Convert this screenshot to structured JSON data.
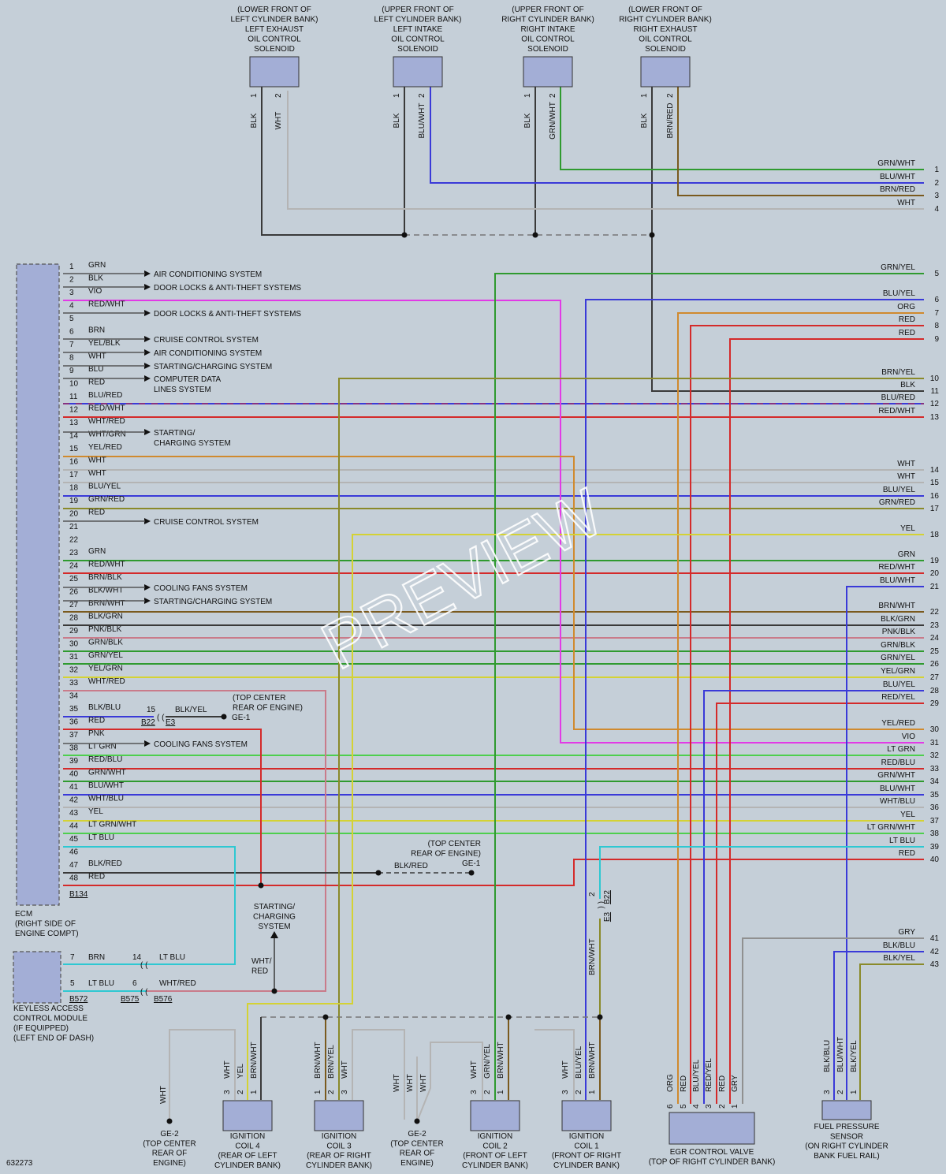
{
  "diagram_id": "632273",
  "watermark": "PREVIEW",
  "colors": {
    "background": "#c5cfd8",
    "component_fill": "#a3aed6",
    "BLK": "#3a3a3a",
    "WHT": "#b4b4b4",
    "GRY": "#909090",
    "RED": "#d42a2a",
    "ORG": "#d08a2e",
    "YEL": "#d4d234",
    "GRN": "#2f9a2f",
    "LTGRN": "#4ecf4e",
    "BLU": "#3a3ad8",
    "LTBLU": "#2ec8d2",
    "VIO": "#c93ad8",
    "PNK": "#c97b8a",
    "BRN": "#7a5a1e",
    "OLIVE": "#8a8a2a",
    "MAGENTA": "#e23ae6"
  },
  "solenoids": [
    {
      "lines": [
        "(LOWER FRONT OF",
        "LEFT CYLINDER BANK)",
        "LEFT EXHAUST",
        "OIL CONTROL",
        "SOLENOID"
      ],
      "pins": [
        {
          "n": "1",
          "wire": "BLK"
        },
        {
          "n": "2",
          "wire": "WHT"
        }
      ]
    },
    {
      "lines": [
        "(UPPER FRONT OF",
        "LEFT CYLINDER BANK)",
        "LEFT INTAKE",
        "OIL CONTROL",
        "SOLENOID"
      ],
      "pins": [
        {
          "n": "1",
          "wire": "BLK"
        },
        {
          "n": "2",
          "wire": "BLU/WHT"
        }
      ]
    },
    {
      "lines": [
        "(UPPER FRONT OF",
        "RIGHT CYLINDER BANK)",
        "RIGHT INTAKE",
        "OIL CONTROL",
        "SOLENOID"
      ],
      "pins": [
        {
          "n": "1",
          "wire": "BLK"
        },
        {
          "n": "2",
          "wire": "GRN/WHT"
        }
      ]
    },
    {
      "lines": [
        "(LOWER FRONT OF",
        "RIGHT CYLINDER BANK)",
        "RIGHT EXHAUST",
        "OIL CONTROL",
        "SOLENOID"
      ],
      "pins": [
        {
          "n": "1",
          "wire": "BLK"
        },
        {
          "n": "2",
          "wire": "BRN/RED"
        }
      ]
    }
  ],
  "ecm": {
    "label_lines": [
      "ECM",
      "(RIGHT SIDE OF",
      "ENGINE COMPT)"
    ],
    "connector": "B134",
    "pins": [
      {
        "n": "1",
        "wire": "GRN"
      },
      {
        "n": "2",
        "wire": "BLK"
      },
      {
        "n": "3",
        "wire": "VIO"
      },
      {
        "n": "4",
        "wire": "RED/WHT"
      },
      {
        "n": "5",
        "wire": ""
      },
      {
        "n": "6",
        "wire": "BRN"
      },
      {
        "n": "7",
        "wire": "YEL/BLK"
      },
      {
        "n": "8",
        "wire": "WHT"
      },
      {
        "n": "9",
        "wire": "BLU"
      },
      {
        "n": "10",
        "wire": "RED"
      },
      {
        "n": "11",
        "wire": "BLU/RED"
      },
      {
        "n": "12",
        "wire": "RED/WHT"
      },
      {
        "n": "13",
        "wire": "WHT/RED"
      },
      {
        "n": "14",
        "wire": "WHT/GRN"
      },
      {
        "n": "15",
        "wire": "YEL/RED"
      },
      {
        "n": "16",
        "wire": "WHT"
      },
      {
        "n": "17",
        "wire": "WHT"
      },
      {
        "n": "18",
        "wire": "BLU/YEL"
      },
      {
        "n": "19",
        "wire": "GRN/RED"
      },
      {
        "n": "20",
        "wire": "RED"
      },
      {
        "n": "21",
        "wire": ""
      },
      {
        "n": "22",
        "wire": ""
      },
      {
        "n": "23",
        "wire": "GRN"
      },
      {
        "n": "24",
        "wire": "RED/WHT"
      },
      {
        "n": "25",
        "wire": "BRN/BLK"
      },
      {
        "n": "26",
        "wire": "BLK/WHT"
      },
      {
        "n": "27",
        "wire": "BRN/WHT"
      },
      {
        "n": "28",
        "wire": "BLK/GRN"
      },
      {
        "n": "29",
        "wire": "PNK/BLK"
      },
      {
        "n": "30",
        "wire": "GRN/BLK"
      },
      {
        "n": "31",
        "wire": "GRN/YEL"
      },
      {
        "n": "32",
        "wire": "YEL/GRN"
      },
      {
        "n": "33",
        "wire": "WHT/RED"
      },
      {
        "n": "34",
        "wire": ""
      },
      {
        "n": "35",
        "wire": "BLK/BLU"
      },
      {
        "n": "36",
        "wire": "RED"
      },
      {
        "n": "37",
        "wire": "PNK"
      },
      {
        "n": "38",
        "wire": "LT GRN"
      },
      {
        "n": "39",
        "wire": "RED/BLU"
      },
      {
        "n": "40",
        "wire": "GRN/WHT"
      },
      {
        "n": "41",
        "wire": "BLU/WHT"
      },
      {
        "n": "42",
        "wire": "WHT/BLU"
      },
      {
        "n": "43",
        "wire": "YEL"
      },
      {
        "n": "44",
        "wire": "LT GRN/WHT"
      },
      {
        "n": "45",
        "wire": "LT BLU"
      },
      {
        "n": "46",
        "wire": ""
      },
      {
        "n": "47",
        "wire": "BLK/RED"
      },
      {
        "n": "48",
        "wire": "RED"
      }
    ]
  },
  "systems": [
    {
      "text": "AIR CONDITIONING SYSTEM"
    },
    {
      "text": "DOOR LOCKS & ANTI-THEFT SYSTEMS"
    },
    {
      "text": "DOOR LOCKS & ANTI-THEFT SYSTEMS"
    },
    {
      "text": "CRUISE CONTROL SYSTEM"
    },
    {
      "text": "AIR CONDITIONING SYSTEM"
    },
    {
      "text": "STARTING/CHARGING SYSTEM"
    },
    {
      "text": "COMPUTER DATA"
    },
    {
      "text": "LINES SYSTEM"
    },
    {
      "text": "STARTING/"
    },
    {
      "text": "CHARGING SYSTEM"
    },
    {
      "text": "CRUISE CONTROL SYSTEM"
    },
    {
      "text": "COOLING FANS SYSTEM"
    },
    {
      "text": "STARTING/CHARGING SYSTEM"
    },
    {
      "text": "COOLING FANS SYSTEM"
    }
  ],
  "right_pins": [
    {
      "n": "1",
      "wire": "GRN/WHT"
    },
    {
      "n": "2",
      "wire": "BLU/WHT"
    },
    {
      "n": "3",
      "wire": "BRN/RED"
    },
    {
      "n": "4",
      "wire": "WHT"
    },
    {
      "n": "5",
      "wire": "GRN/YEL"
    },
    {
      "n": "6",
      "wire": "BLU/YEL"
    },
    {
      "n": "7",
      "wire": "ORG"
    },
    {
      "n": "8",
      "wire": "RED"
    },
    {
      "n": "9",
      "wire": "RED"
    },
    {
      "n": "10",
      "wire": "BRN/YEL"
    },
    {
      "n": "11",
      "wire": "BLK"
    },
    {
      "n": "12",
      "wire": "BLU/RED"
    },
    {
      "n": "13",
      "wire": "RED/WHT"
    },
    {
      "n": "14",
      "wire": "WHT"
    },
    {
      "n": "15",
      "wire": "WHT"
    },
    {
      "n": "16",
      "wire": "BLU/YEL"
    },
    {
      "n": "17",
      "wire": "GRN/RED"
    },
    {
      "n": "18",
      "wire": "YEL"
    },
    {
      "n": "19",
      "wire": "GRN"
    },
    {
      "n": "20",
      "wire": "RED/WHT"
    },
    {
      "n": "21",
      "wire": "BLU/WHT"
    },
    {
      "n": "22",
      "wire": "BRN/WHT"
    },
    {
      "n": "23",
      "wire": "BLK/GRN"
    },
    {
      "n": "24",
      "wire": "PNK/BLK"
    },
    {
      "n": "25",
      "wire": "GRN/BLK"
    },
    {
      "n": "26",
      "wire": "GRN/YEL"
    },
    {
      "n": "27",
      "wire": "YEL/GRN"
    },
    {
      "n": "28",
      "wire": "BLU/YEL"
    },
    {
      "n": "29",
      "wire": "RED/YEL"
    },
    {
      "n": "30",
      "wire": "YEL/RED"
    },
    {
      "n": "31",
      "wire": "VIO"
    },
    {
      "n": "32",
      "wire": "LT GRN"
    },
    {
      "n": "33",
      "wire": "RED/BLU"
    },
    {
      "n": "34",
      "wire": "GRN/WHT"
    },
    {
      "n": "35",
      "wire": "BLU/WHT"
    },
    {
      "n": "36",
      "wire": "WHT/BLU"
    },
    {
      "n": "37",
      "wire": "YEL"
    },
    {
      "n": "38",
      "wire": "LT GRN/WHT"
    },
    {
      "n": "39",
      "wire": "LT BLU"
    },
    {
      "n": "40",
      "wire": "RED"
    },
    {
      "n": "41",
      "wire": "GRY"
    },
    {
      "n": "42",
      "wire": "BLK/BLU"
    },
    {
      "n": "43",
      "wire": "BLK/YEL"
    }
  ],
  "ge1_upper": {
    "lines": [
      "(TOP CENTER",
      "REAR OF ENGINE)"
    ],
    "ground": "GE-1",
    "pin": "15",
    "wire": "BLK/YEL",
    "conn_a": "B22",
    "conn_b": "E3"
  },
  "ge1_lower": {
    "lines": [
      "(TOP CENTER",
      "REAR OF ENGINE)"
    ],
    "ground": "GE-1",
    "wire": "BLK/RED"
  },
  "start_charge": {
    "lines": [
      "STARTING/",
      "CHARGING",
      "SYSTEM"
    ],
    "wire_lines": [
      "WHT/",
      "RED"
    ]
  },
  "keyless": {
    "lines": [
      "KEYLESS ACCESS",
      "CONTROL MODULE",
      "(IF EQUIPPED)",
      "(LEFT END OF DASH)"
    ],
    "connector": "B572",
    "pins": [
      {
        "n": "7",
        "wire": "BRN",
        "far_pin": "14",
        "far_wire": "LT BLU",
        "far_conn": "B575"
      },
      {
        "n": "5",
        "wire": "LT BLU",
        "far_pin": "6",
        "far_wire": "WHT/RED",
        "far_conn": "B576"
      }
    ]
  },
  "b22_vertical": {
    "pin": "2",
    "conn_a": "B22",
    "conn_b": "E3",
    "wire": "BRN/WHT"
  },
  "coils": [
    {
      "lines": [
        "IGNITION",
        "COIL 4",
        "(REAR OF LEFT",
        "CYLINDER BANK)"
      ],
      "pins": [
        {
          "n": "3",
          "wire": "WHT"
        },
        {
          "n": "2",
          "wire": "YEL"
        },
        {
          "n": "1",
          "wire": "BRN/WHT"
        }
      ]
    },
    {
      "lines": [
        "IGNITION",
        "COIL 3",
        "(REAR OF RIGHT",
        "CYLINDER BANK)"
      ],
      "pins": [
        {
          "n": "1",
          "wire": "BRN/WHT"
        },
        {
          "n": "2",
          "wire": "BRN/YEL"
        },
        {
          "n": "3",
          "wire": "WHT"
        }
      ]
    },
    {
      "lines": [
        "IGNITION",
        "COIL 2",
        "(FRONT OF LEFT",
        "CYLINDER BANK)"
      ],
      "pins": [
        {
          "n": "3",
          "wire": "WHT"
        },
        {
          "n": "2",
          "wire": "GRN/YEL"
        },
        {
          "n": "1",
          "wire": "BRN/WHT"
        }
      ]
    },
    {
      "lines": [
        "IGNITION",
        "COIL 1",
        "(FRONT OF RIGHT",
        "CYLINDER BANK)"
      ],
      "pins": [
        {
          "n": "3",
          "wire": "WHT"
        },
        {
          "n": "2",
          "wire": "BLU/YEL"
        },
        {
          "n": "1",
          "wire": "BRN/WHT"
        }
      ]
    }
  ],
  "ge2_left": {
    "lines": [
      "GE-2",
      "(TOP CENTER",
      "REAR OF",
      "ENGINE)"
    ],
    "wire": "WHT"
  },
  "ge2_mid": {
    "lines": [
      "GE-2",
      "(TOP CENTER",
      "REAR OF",
      "ENGINE)"
    ],
    "wires": [
      "WHT",
      "WHT",
      "WHT"
    ]
  },
  "egr": {
    "lines": [
      "EGR CONTROL VALVE",
      "(TOP OF RIGHT CYLINDER BANK)"
    ],
    "pins": [
      {
        "n": "6",
        "wire": "ORG"
      },
      {
        "n": "5",
        "wire": "RED"
      },
      {
        "n": "4",
        "wire": "BLU/YEL"
      },
      {
        "n": "3",
        "wire": "RED/YEL"
      },
      {
        "n": "2",
        "wire": "RED"
      },
      {
        "n": "1",
        "wire": "GRY"
      }
    ]
  },
  "fuel_sensor": {
    "lines": [
      "FUEL PRESSURE",
      "SENSOR",
      "(ON RIGHT CYLINDER",
      "BANK FUEL RAIL)"
    ],
    "pins": [
      {
        "n": "3",
        "wire": "BLK/BLU"
      },
      {
        "n": "2",
        "wire": "BLU/WHT"
      },
      {
        "n": "1",
        "wire": "BLK/YEL"
      }
    ]
  }
}
